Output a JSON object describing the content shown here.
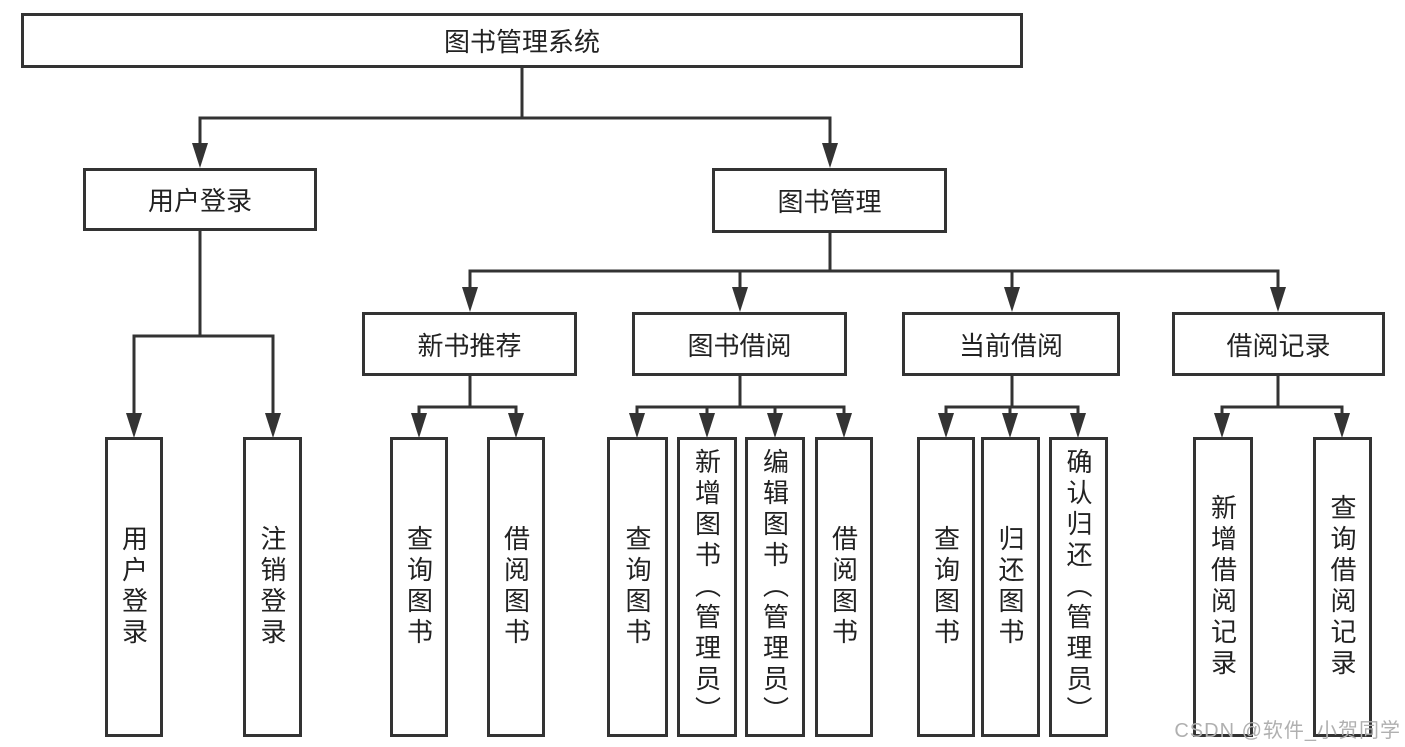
{
  "diagram": {
    "title_node": "图书管理系统",
    "tree": {
      "root": {
        "label": "图书管理系统",
        "children": [
          {
            "label": "用户登录",
            "children": [
              {
                "label": "用户登录"
              },
              {
                "label": "注销登录"
              }
            ]
          },
          {
            "label": "图书管理",
            "children": [
              {
                "label": "新书推荐",
                "children": [
                  {
                    "label": "查询图书"
                  },
                  {
                    "label": "借阅图书"
                  }
                ]
              },
              {
                "label": "图书借阅",
                "children": [
                  {
                    "label": "查询图书"
                  },
                  {
                    "label": "新增图书（管理员）"
                  },
                  {
                    "label": "编辑图书（管理员）"
                  },
                  {
                    "label": "借阅图书"
                  }
                ]
              },
              {
                "label": "当前借阅",
                "children": [
                  {
                    "label": "查询图书"
                  },
                  {
                    "label": "归还图书"
                  },
                  {
                    "label": "确认归还（管理员）"
                  }
                ]
              },
              {
                "label": "借阅记录",
                "children": [
                  {
                    "label": "新增借阅记录"
                  },
                  {
                    "label": "查询借阅记录"
                  }
                ]
              }
            ]
          }
        ]
      }
    },
    "colors": {
      "line": "#333333",
      "box_border": "#333333",
      "box_fill": "#ffffff",
      "text": "#222222",
      "watermark": "#b0b0b0",
      "background": "#ffffff"
    }
  },
  "watermark": {
    "text": "CSDN @软件_小贺同学"
  }
}
